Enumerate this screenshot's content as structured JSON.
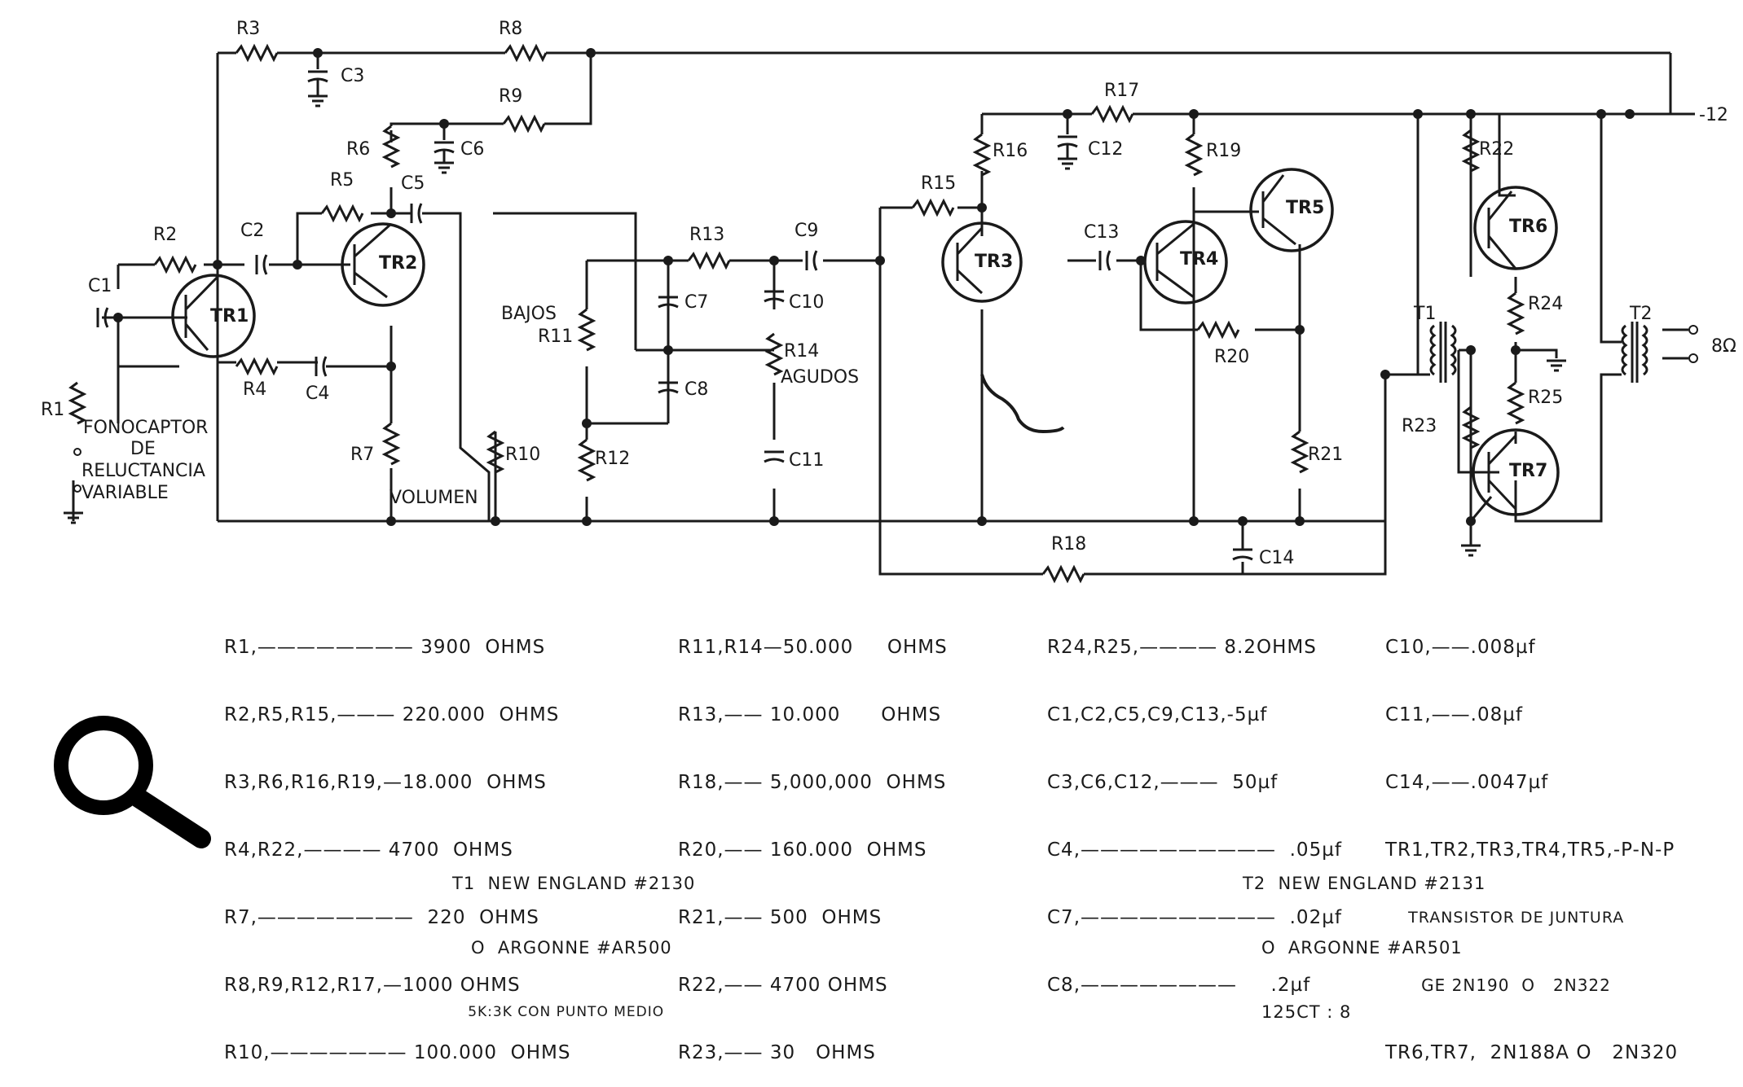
{
  "labels": {
    "R1": "R1",
    "R2": "R2",
    "R3": "R3",
    "R4": "R4",
    "R5": "R5",
    "R6": "R6",
    "R7": "R7",
    "R8": "R8",
    "R9": "R9",
    "R10": "R10",
    "R11": "R11",
    "R12": "R12",
    "R13": "R13",
    "R14": "R14",
    "R15": "R15",
    "R16": "R16",
    "R17": "R17",
    "R18": "R18",
    "R19": "R19",
    "R20": "R20",
    "R21": "R21",
    "R22": "R22",
    "R23": "R23",
    "R24": "R24",
    "R25": "R25",
    "C1": "C1",
    "C2": "C2",
    "C3": "C3",
    "C4": "C4",
    "C5": "C5",
    "C6": "C6",
    "C7": "C7",
    "C8": "C8",
    "C9": "C9",
    "C10": "C10",
    "C11": "C11",
    "C12": "C12",
    "C13": "C13",
    "C14": "C14",
    "TR1": "TR1",
    "TR2": "TR2",
    "TR3": "TR3",
    "TR4": "TR4",
    "TR5": "TR5",
    "TR6": "TR6",
    "TR7": "TR7",
    "T1": "T1",
    "T2": "T2",
    "fonocaptor": [
      "FONOCAPTOR",
      "DE",
      "RELUCTANCIA",
      "VARIABLE"
    ],
    "bajos": "BAJOS",
    "agudos": "AGUDOS",
    "volumen": "VOLUMEN",
    "supply": "-12",
    "output": "8Ω"
  },
  "parts_list": {
    "col1": [
      "R1,———————— 3900  OHMS",
      "R2,R5,R15,——— 220.000  OHMS",
      "R3,R6,R16,R19,—18.000  OHMS",
      "R4,R22,———— 4700  OHMS",
      "R7,————————  220  OHMS",
      "R8,R9,R12,R17,—1000 OHMS",
      "R10,——————— 100.000  OHMS"
    ],
    "col2": [
      "R11,R14—50.000     OHMS",
      "R13,—— 10.000      OHMS",
      "R18,—— 5,000,000  OHMS",
      "R20,—— 160.000  OHMS",
      "R21,—— 500  OHMS",
      "R22,—— 4700 OHMS",
      "R23,—— 30   OHMS"
    ],
    "col3": [
      "R24,R25,———— 8.2OHMS",
      "C1,C2,C5,C9,C13,-5µf",
      "C3,C6,C12,———  50µf",
      "C4,——————————  .05µf",
      "C7,——————————  .02µf",
      "C8,————————     .2µf"
    ],
    "col4": [
      "C10,——.008µf",
      "C11,——.08µf",
      "C14,——.0047µf",
      "TR1,TR2,TR3,TR4,TR5,-P-N-P",
      "    TRANSISTOR DE JUNTURA",
      "      GE 2N190  O   2N322",
      "TR6,TR7,  2N188A O   2N320"
    ]
  },
  "notes": {
    "t1": [
      "T1  NEW ENGLAND #2130",
      "   O  ARGONNE #AR500",
      "   5K:3K CON PUNTO MEDIO"
    ],
    "t2": [
      "T2  NEW ENGLAND #2131",
      "   O  ARGONNE #AR501",
      "   125CT : 8"
    ]
  },
  "icons": {
    "zoom": "magnifier-icon"
  }
}
